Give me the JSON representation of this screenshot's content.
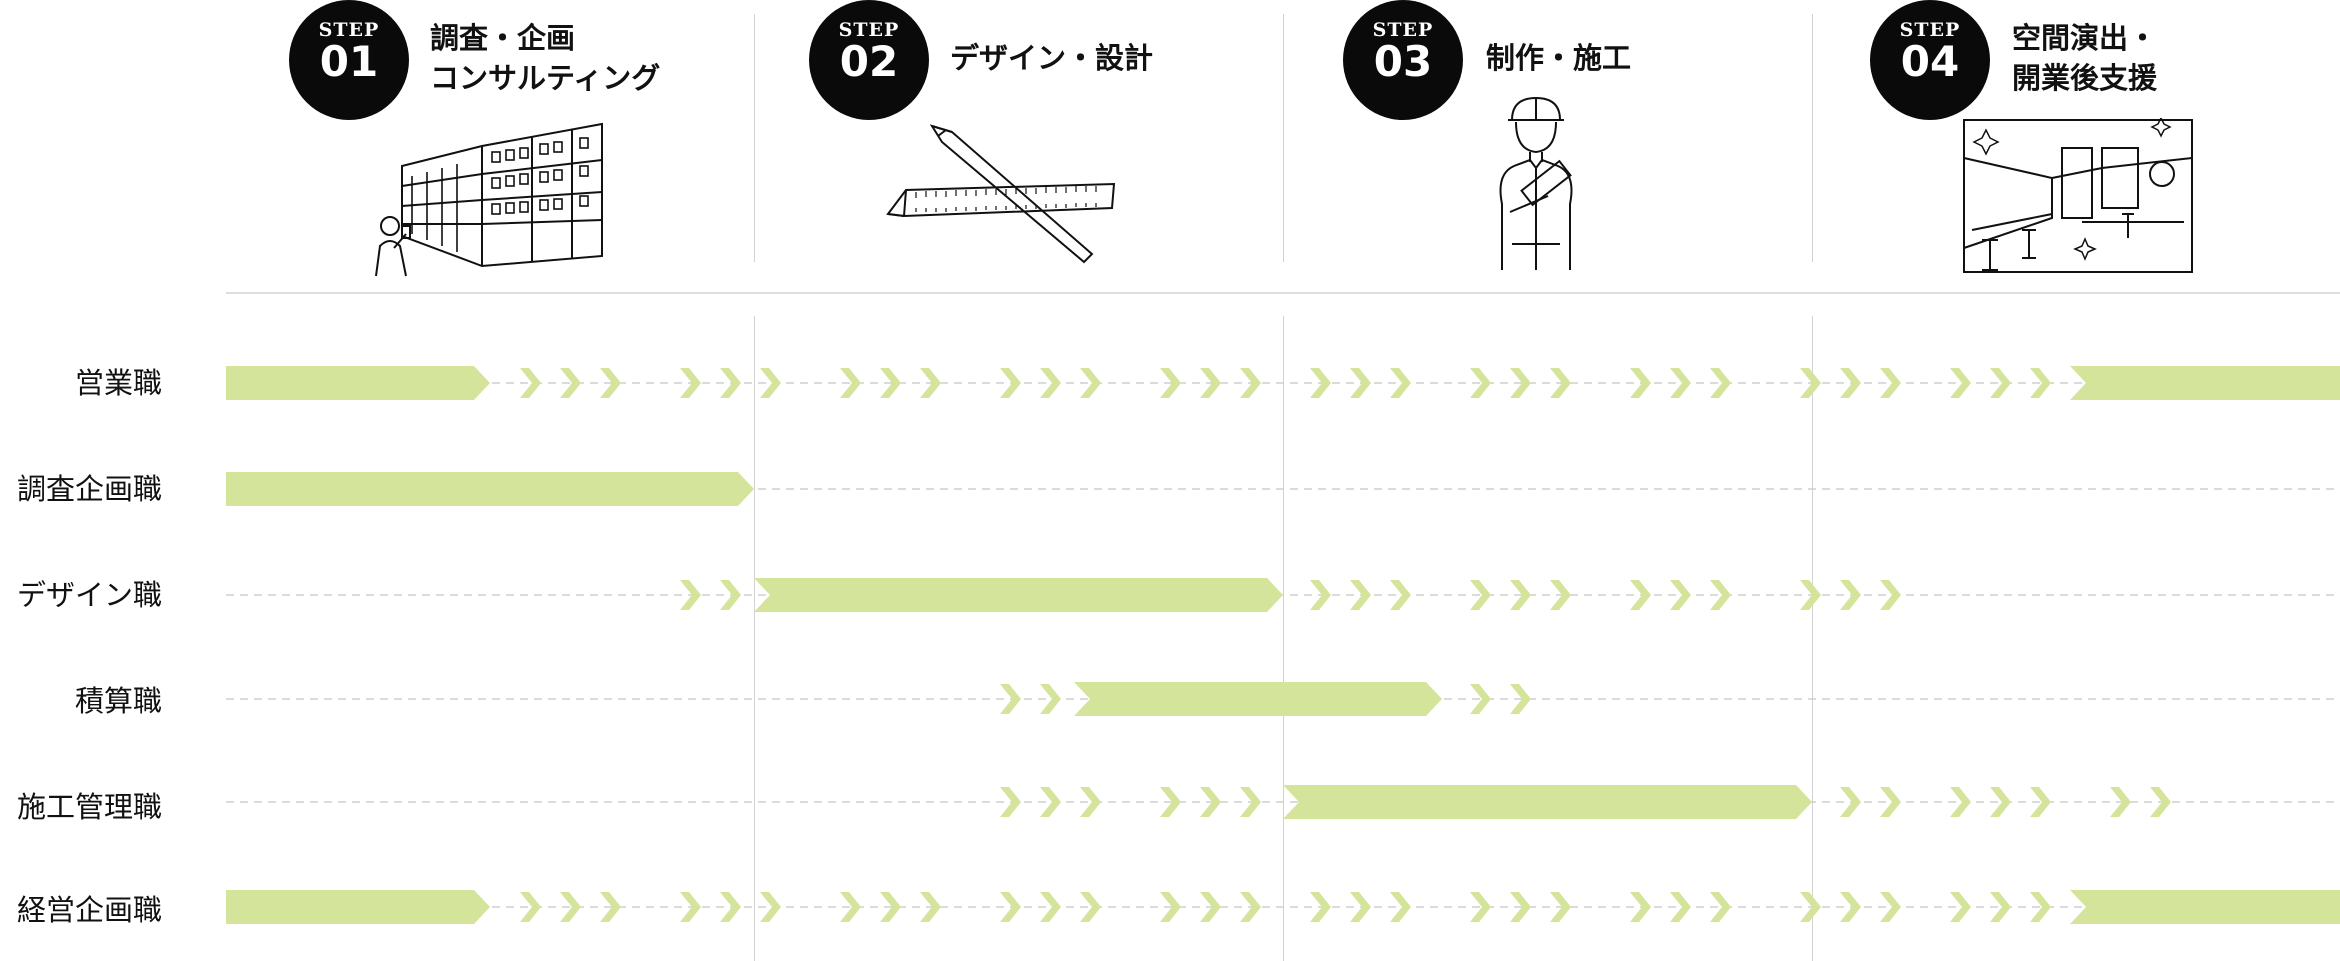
{
  "steps": [
    {
      "badge_label": "STEP",
      "number": "01",
      "title_lines": [
        "調査・企画",
        "コンサルティング"
      ],
      "icon": "building-icon"
    },
    {
      "badge_label": "STEP",
      "number": "02",
      "title_lines": [
        "デザイン・設計"
      ],
      "icon": "pencil-ruler-icon"
    },
    {
      "badge_label": "STEP",
      "number": "03",
      "title_lines": [
        "制作・施工"
      ],
      "icon": "worker-icon"
    },
    {
      "badge_label": "STEP",
      "number": "04",
      "title_lines": [
        "空間演出・",
        "開業後支援"
      ],
      "icon": "interior-icon"
    }
  ],
  "roles": [
    {
      "label": "営業職"
    },
    {
      "label": "調査企画職"
    },
    {
      "label": "デザイン職"
    },
    {
      "label": "積算職"
    },
    {
      "label": "施工管理職"
    },
    {
      "label": "経営企画職"
    }
  ],
  "colors": {
    "bar": "#d4e49a",
    "chevron": "#d4e49a",
    "dash": "#cfcfcf",
    "badge": "#0a0a0a",
    "divider": "#d2d2d2"
  }
}
